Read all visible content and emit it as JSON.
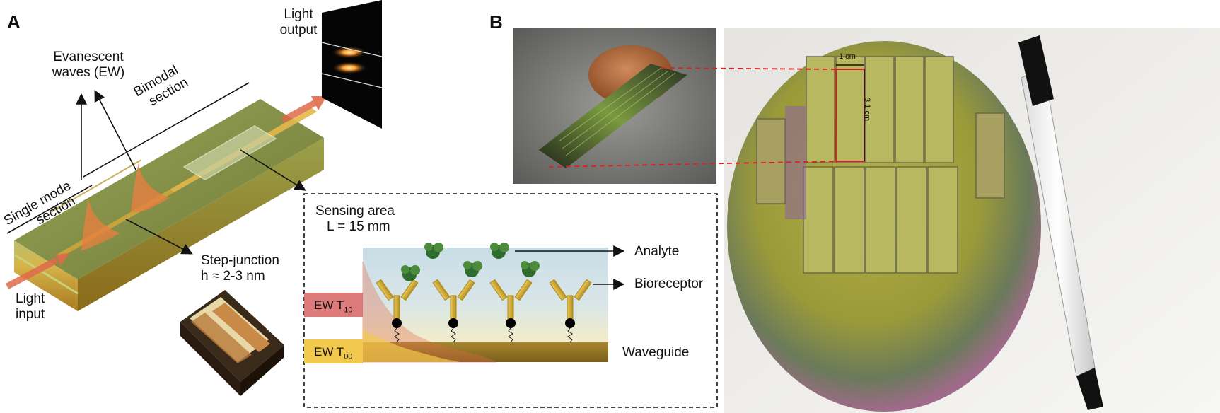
{
  "panelA": {
    "letter": "A",
    "labels": {
      "light_output_l1": "Light",
      "light_output_l2": "output",
      "evanescent_l1": "Evanescent",
      "evanescent_l2": "waves (EW)",
      "bimodal_l1": "Bimodal",
      "bimodal_l2": "section",
      "single_mode_l1": "Single mode",
      "single_mode_l2": "section",
      "step_junction_l1": "Step-junction",
      "step_junction_l2": "h ≈ 2-3 nm",
      "light_input_l1": "Light",
      "light_input_l2": "input"
    },
    "inset": {
      "sensing_l1": "Sensing area",
      "sensing_l2": "L = 15 mm",
      "analyte": "Analyte",
      "bioreceptor": "Bioreceptor",
      "waveguide": "Waveguide",
      "ew_t10": "EW T",
      "ew_t10_sub": "10",
      "ew_t00": "EW T",
      "ew_t00_sub": "00"
    }
  },
  "panelB": {
    "letter": "B",
    "labels": {
      "width_label": "1 cm",
      "height_label": "3.1 cm"
    }
  },
  "colors": {
    "chip_top": "#8a9a4a",
    "chip_side": "#c8a030",
    "beam": "#e06a4a",
    "ew_t10": "#d96b6b",
    "ew_t00": "#f2c94c",
    "waveguide": "#9a7a2a",
    "dashed_red": "#e02020"
  }
}
